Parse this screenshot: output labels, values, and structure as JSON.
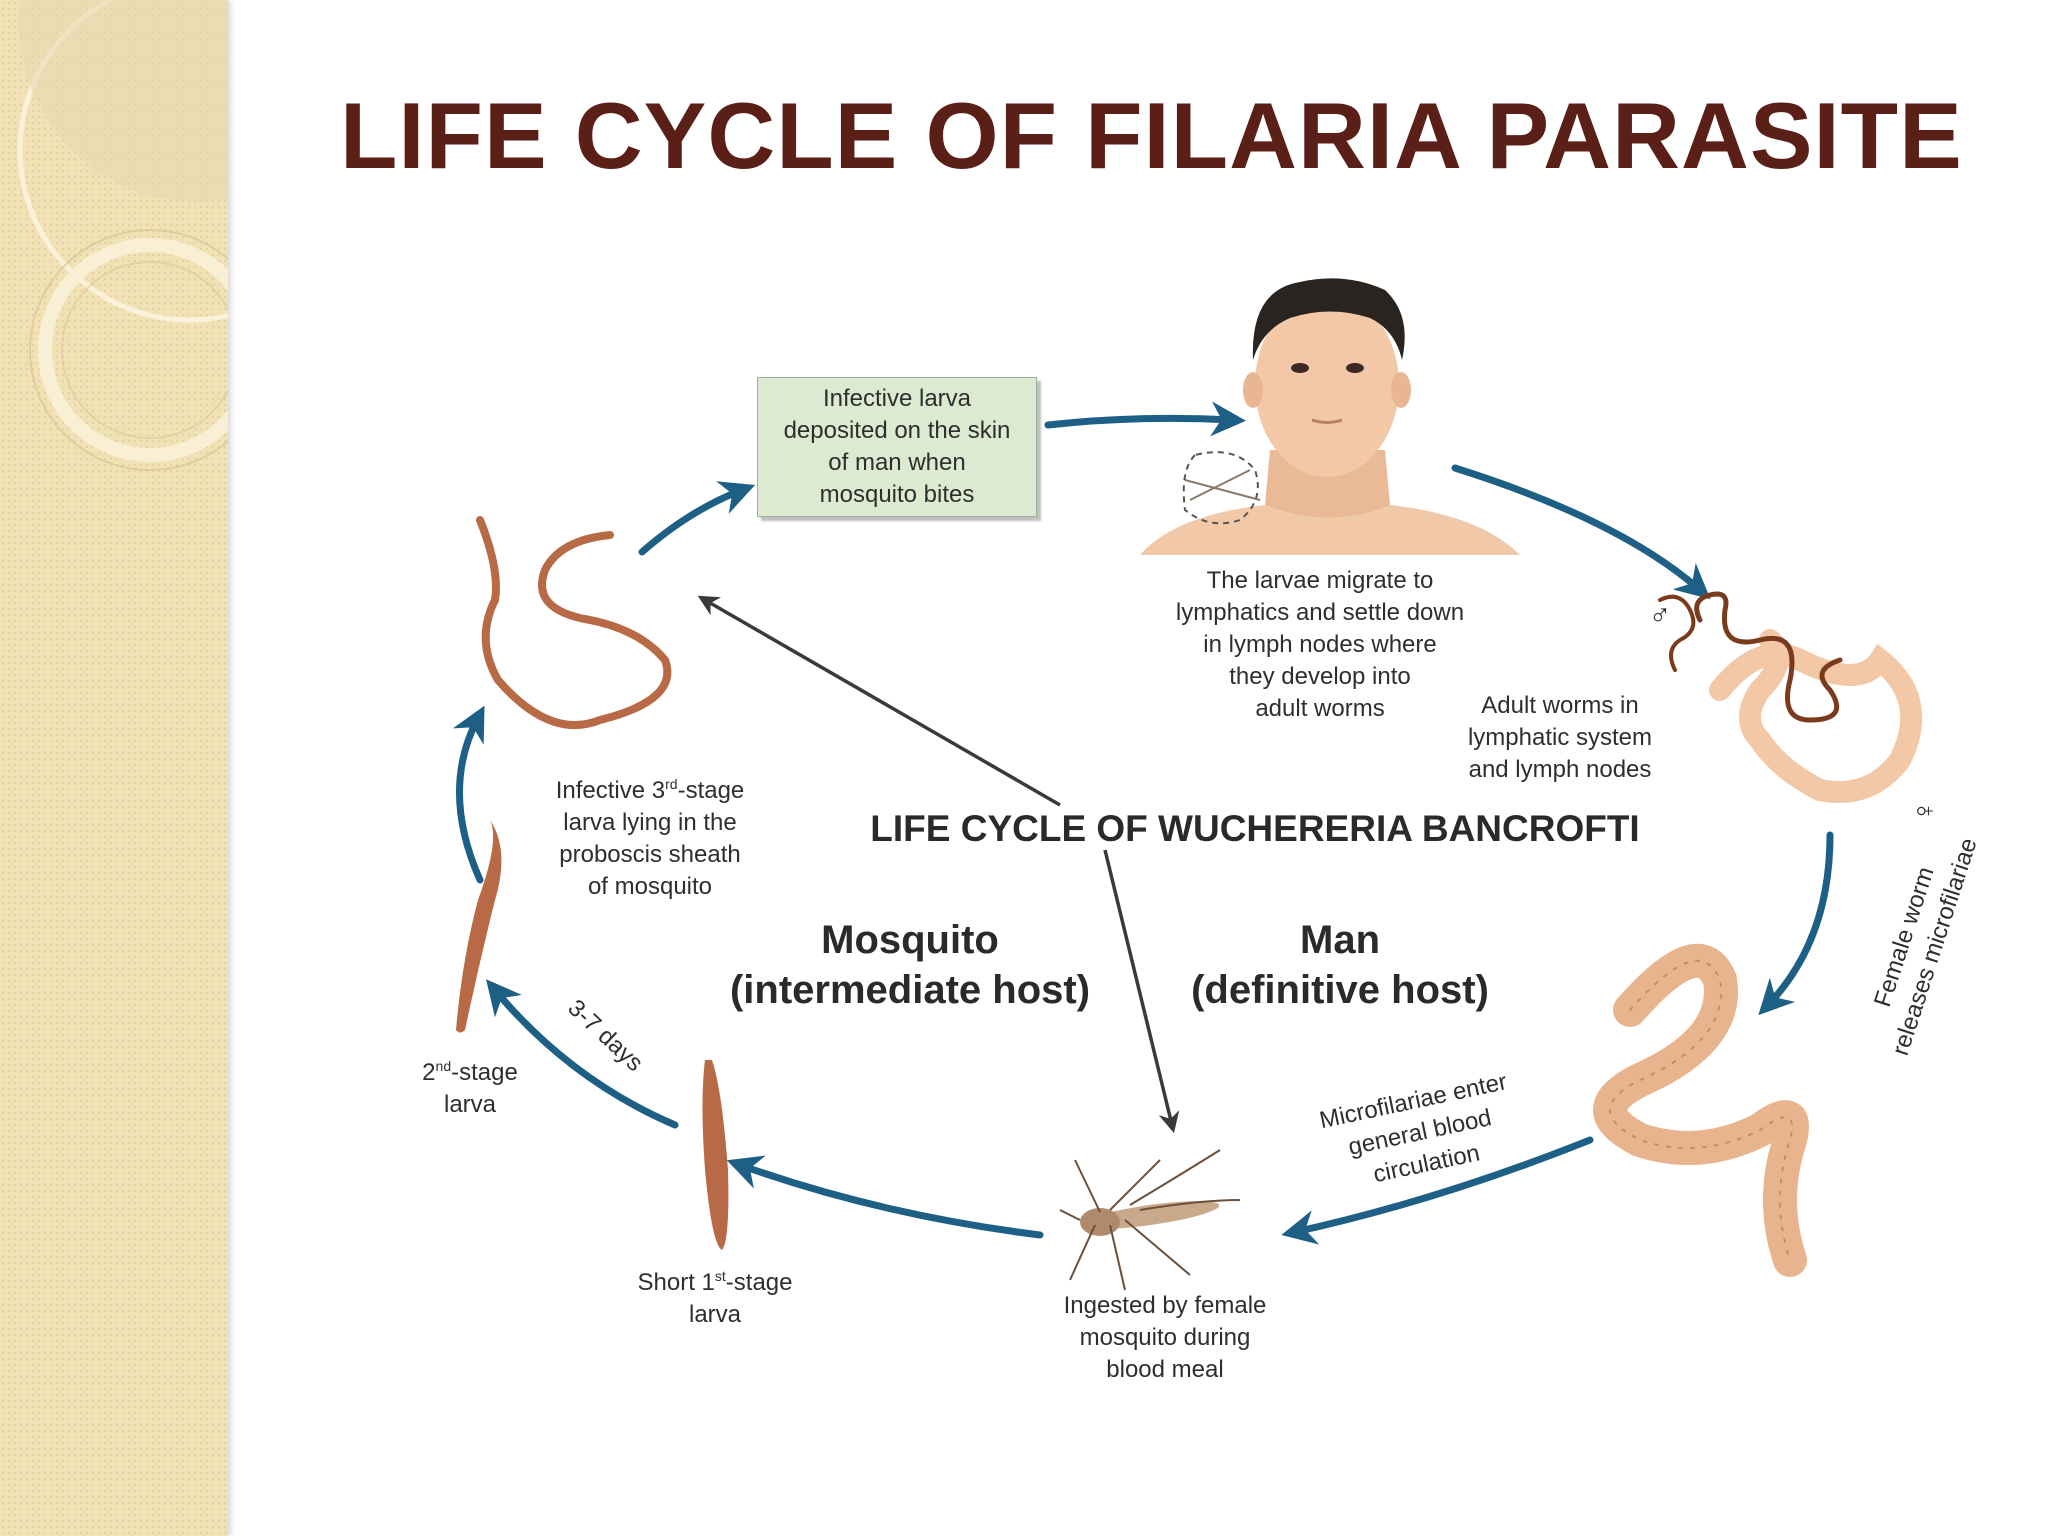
{
  "slide": {
    "title": "LIFE CYCLE OF FILARIA PARASITE"
  },
  "diagram": {
    "center_title": "LIFE CYCLE OF WUCHERERIA BANCROFTI",
    "mosquito_host": {
      "line1": "Mosquito",
      "line2": "(intermediate host)"
    },
    "man_host": {
      "line1": "Man",
      "line2": "(definitive host)"
    },
    "infective_box": [
      "Infective larva",
      "deposited on the skin",
      "of man when",
      "mosquito bites"
    ],
    "larvae_migrate": [
      "The larvae migrate to",
      "lymphatics and settle down",
      "in lymph nodes where",
      "they develop into",
      "adult worms"
    ],
    "adult_worms": [
      "Adult worms in",
      "lymphatic system",
      "and lymph nodes"
    ],
    "male_symbol": "♂",
    "female_symbol": "♀",
    "female_releases": [
      "Female worm",
      "releases microfilariae"
    ],
    "microfilariae": [
      "Microfilariae enter",
      "general blood",
      "circulation"
    ],
    "ingested": [
      "Ingested by female",
      "mosquito during",
      "blood meal"
    ],
    "first_stage": {
      "pre": "Short 1",
      "sup": "st",
      "post": "-stage",
      "line2": "larva"
    },
    "second_stage": {
      "pre": "2",
      "sup": "nd",
      "post": "-stage",
      "line2": "larva"
    },
    "days": "3-7 days",
    "third_stage": {
      "pre": "Infective 3",
      "sup": "rd",
      "post": "-stage",
      "line2": "larva lying in the",
      "line3": "proboscis sheath",
      "line4": "of mosquito"
    }
  },
  "colors": {
    "title": "#5a1f16",
    "cycle_arrow": "#1e5f86",
    "center_arrow": "#3a3a3a",
    "infective_box_bg": "#dbead0",
    "sidebar_bg": "#f1e2b6",
    "larva": "#b76a45"
  }
}
